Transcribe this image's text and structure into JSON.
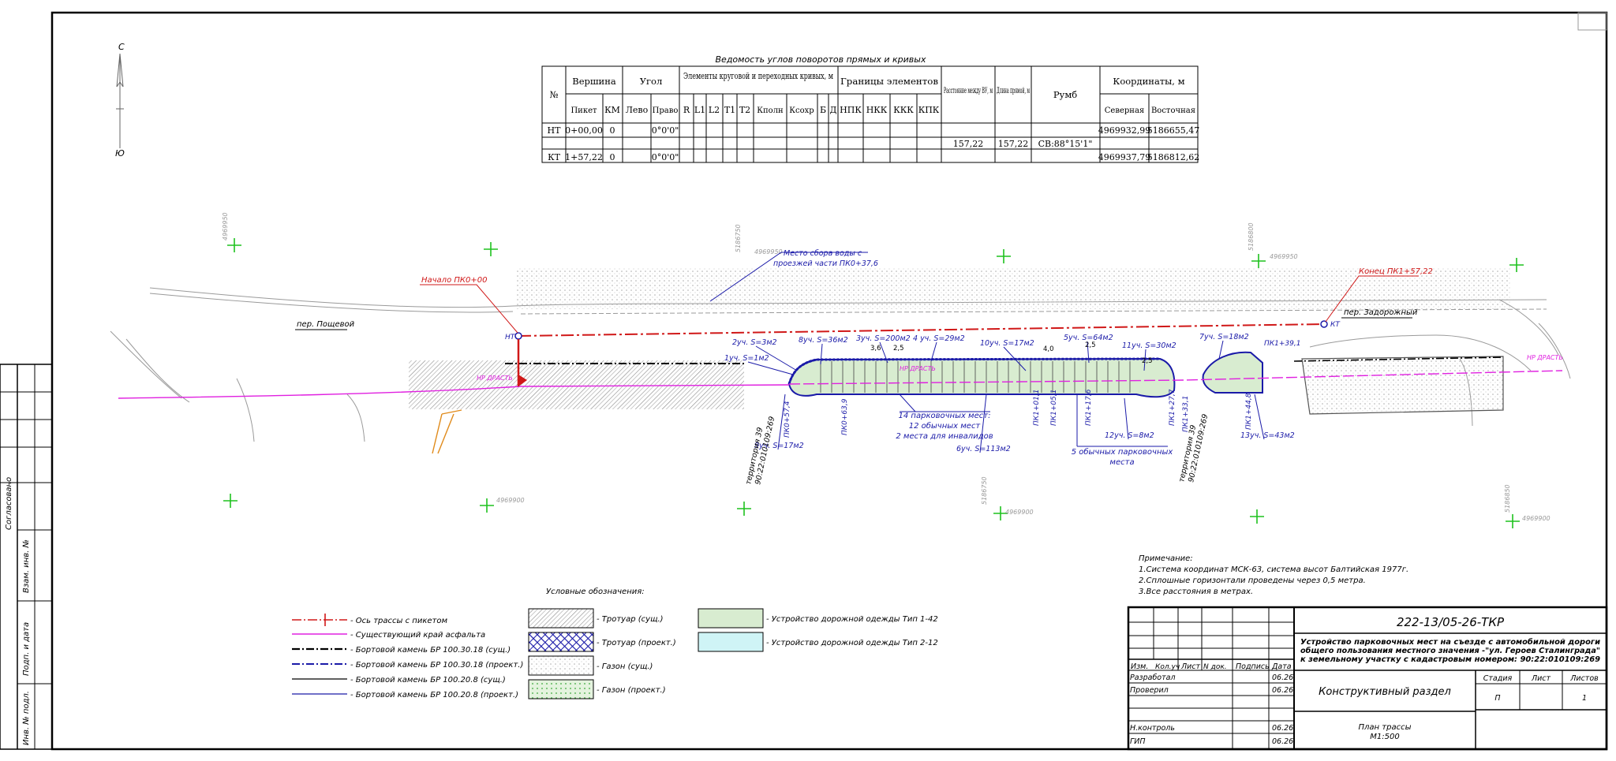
{
  "colors": {
    "axis_red": "#d01818",
    "blue": "#1a1aa8",
    "magenta": "#e020e0",
    "green": "#1ec21e",
    "grey": "#9a9a9a",
    "lawn_new": "#d8ecd0",
    "type2": "#cff4f6"
  },
  "north_arrow": {
    "north": "С",
    "south": "Ю"
  },
  "table": {
    "title": "Ведомость углов поворотов прямых и кривых",
    "h_no": "№",
    "h_vertex": "Вершина",
    "h_angle": "Угол",
    "h_elements": "Элементы круговой и переходных кривых, м",
    "h_bounds": "Границы элементов",
    "h_dist": "Расстояние между ВУ, м",
    "h_len": "Длина прямой, м",
    "h_rumb": "Румб",
    "h_coords": "Координаты, м",
    "sub": [
      "Пикет",
      "КМ",
      "Лево",
      "Право",
      "R",
      "L1",
      "L2",
      "T1",
      "T2",
      "Кполн",
      "Ксохр",
      "Б",
      "Д",
      "НПК",
      "НКК",
      "ККК",
      "КПК",
      "Северная",
      "Восточная"
    ],
    "rows": [
      {
        "no": "НТ",
        "piket": "0+00,00",
        "km": "0",
        "pravo": "0°0'0\"",
        "north": "4969932,99",
        "east": "5186655,47"
      },
      {
        "no": "КТ",
        "piket": "1+57,22",
        "km": "0",
        "pravo": "0°0'0\"",
        "north": "4969937,79",
        "east": "5186812,62"
      }
    ],
    "mid": {
      "dist": "157,22",
      "len": "157,22",
      "rumb": "СВ:88°15'1\""
    }
  },
  "grid_labels": [
    "4969950",
    "5186750",
    "4969950",
    "5186800",
    "4969950",
    "4969900",
    "5186750",
    "4969900",
    "5186850",
    "4969900"
  ],
  "plan": {
    "start": "Начало ПК0+00",
    "end": "Конец ПК1+57,22",
    "ht": "НТ",
    "kt": "КТ",
    "street_left": "пер. Пощевой",
    "street_right": "пер. Задорожный",
    "drain": "Место сбора воды с",
    "drain2": "проезжей части ПК0+37,6",
    "np_left": "НР ДРАСТЬ",
    "np_mid": "НР ДРАСТЬ",
    "np_right": "НР ДРАСТЬ",
    "parking14_1": "14 парковочных мест:",
    "parking14_2": "12 обычных мест",
    "parking14_3": "2 места для инвалидов",
    "parking5_1": "5 обычных парковочных",
    "parking5_2": "места",
    "territory1": "территория 39",
    "territory1b": "90:22:010109:269",
    "territory2": "территория 39",
    "territory2b": "90:22:010109:269",
    "sections": [
      "1уч. S=1м2",
      "2уч. S=3м2",
      "8уч. S=36м2",
      "3уч. S=200м2",
      "4 уч. S=29м2",
      "10уч. S=17м2",
      "5уч. S=64м2",
      "11уч. S=30м2",
      "7уч. S=18м2",
      "9уч. S=17м2",
      "6уч. S=113м2",
      "12уч. S=8м2",
      "13уч. S=43м2"
    ],
    "pickets": [
      "ПК0+57,4",
      "ПК0+63,9",
      "ПК1+01,1",
      "ПК1+05,1",
      "ПК1+17,6",
      "ПК1+27,7",
      "ПК1+33,1",
      "ПК1+39,1",
      "ПК1+44,8"
    ],
    "dims": [
      "3,6",
      "2,5",
      "4,0",
      "2,5",
      "2,5"
    ]
  },
  "notes": {
    "title": "Примечание:",
    "items": [
      "1.Система координат МСК-63, система высот Балтийская 1977г.",
      "2.Сплошные горизонтали проведены через 0,5 метра.",
      "3.Все расстояния в метрах."
    ]
  },
  "legend": {
    "title": "Условные обозначения:",
    "lines": [
      "- Ось трассы с пикетом",
      "- Существующий край асфальта",
      "- Бортовой камень БР 100.30.18 (сущ.)",
      "- Бортовой камень БР 100.30.18 (проект.)",
      "- Бортовой камень БР 100.20.8 (сущ.)",
      "- Бортовой камень БР 100.20.8 (проект.)"
    ],
    "fills": [
      "- Тротуар (сущ.)",
      "- Тротуар (проект.)",
      "- Газон (сущ.)",
      "- Газон (проект.)",
      "- Устройство дорожной одежды Тип 1-42",
      "- Устройство дорожной одежды Тип 2-12"
    ]
  },
  "left_stamp": [
    "Согласовано",
    "Взам. инв. №",
    "Подп. и дата",
    "Инв. № подл."
  ],
  "title_block": {
    "code": "222-13/05-26-ТКР",
    "project": "Устройство парковочных мест на съезде с автомобильной дороги общего пользования местного значения -\"ул. Героев Сталинграда\" к земельному участку с кадастровым номером: 90:22:010109:269",
    "cols": [
      "Изм.",
      "Кол.уч",
      "Лист",
      "N док.",
      "Подпись",
      "Дата"
    ],
    "people": [
      {
        "role": "Разработал",
        "date": "06.26"
      },
      {
        "role": "Проверил",
        "date": "06.26"
      },
      {
        "role": "Н.контроль",
        "date": "06.26"
      },
      {
        "role": "ГИП",
        "date": "06.26"
      }
    ],
    "section": "Конструктивный раздел",
    "stage_h": "Стадия",
    "sheet_h": "Лист",
    "sheets_h": "Листов",
    "stage": "П",
    "sheets": "1",
    "drawing": "План трассы",
    "scale": "М1:500"
  }
}
